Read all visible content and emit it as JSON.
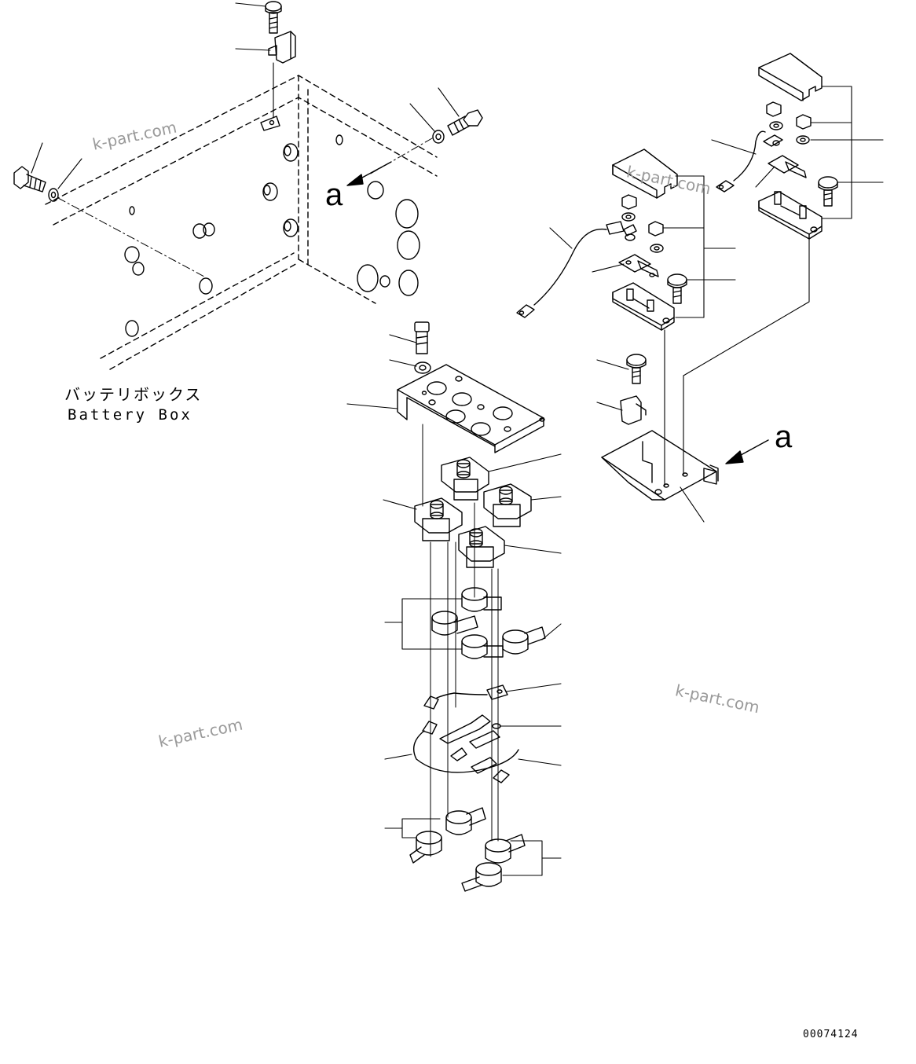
{
  "labels": {
    "box_jp": "バッテリボックス",
    "box_en": "Battery Box",
    "view_a_left": "a",
    "view_a_right": "a",
    "drawing_id": "00074124"
  },
  "watermarks": [
    "k-part.com",
    "k-part.com",
    "k-part.com",
    "k-part.com"
  ],
  "colors": {
    "line": "#000000",
    "watermark": "#9a9a9a",
    "background": "#ffffff"
  }
}
